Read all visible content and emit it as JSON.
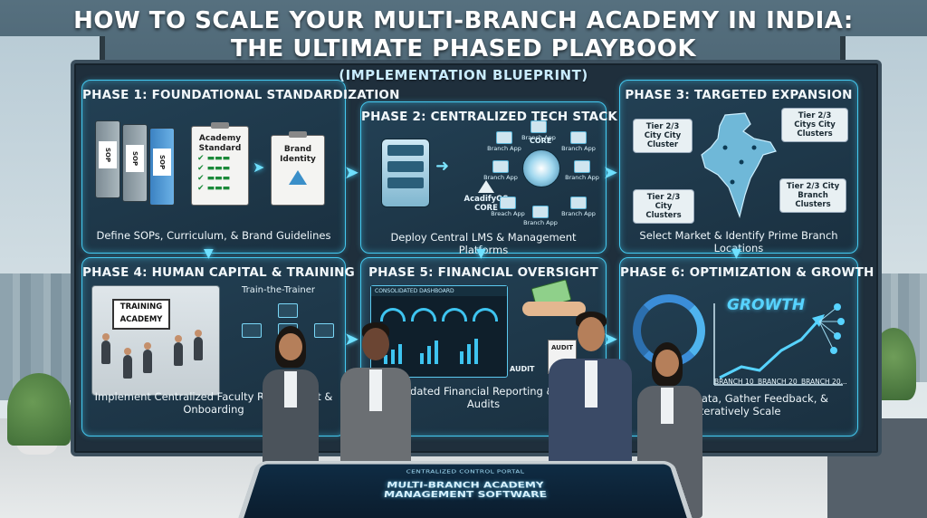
{
  "header": {
    "title_line1": "HOW TO SCALE YOUR MULTI-BRANCH ACADEMY IN INDIA:",
    "title_line2": "THE ULTIMATE PHASED PLAYBOOK",
    "subtitle": "(IMPLEMENTATION BLUEPRINT)"
  },
  "colors": {
    "panel_border": "#44c9f0",
    "panel_bg": "#1a3040",
    "title_text": "#ffffff",
    "accent": "#57d3ff"
  },
  "phases": [
    {
      "title": "PHASE 1: FOUNDATIONAL STANDARDIZATION",
      "caption": "Define SOPs, Curriculum, & Brand Guidelines",
      "binders": [
        "SOP",
        "SOP",
        "SOP"
      ],
      "doc_standard": "Academy Standard",
      "doc_brand": "Brand Identity"
    },
    {
      "title": "PHASE 2: CENTRALIZED TECH STACK",
      "caption": "Deploy Central LMS & Management Platforms",
      "core_label": "CORE",
      "brand_name": "AcadifyOS",
      "brand_sub": "CORE",
      "apps": [
        "Branch App",
        "Branch App",
        "Branch App",
        "Branch App",
        "Branch App",
        "Breach App",
        "Branch App",
        "Branch App"
      ]
    },
    {
      "title": "PHASE 3: TARGETED EXPANSION",
      "caption": "Select Market & Identify Prime Branch Locations",
      "clusters": [
        "Tier 2/3 City City Cluster",
        "Tier 2/3 Citys City Clusters",
        "Tier 2/3 City Clusters",
        "Tier 2/3 City Branch Clusters"
      ]
    },
    {
      "title": "PHASE 4: HUMAN CAPITAL & TRAINING",
      "caption": "Implement Centralized Faculty Recruitment & Onboarding",
      "sign": "TRAINING ACADEMY",
      "flow_label": "Train-the-Trainer"
    },
    {
      "title": "PHASE 5: FINANCIAL OVERSIGHT",
      "caption": "Consolidated Financial Reporting & Branch Audits",
      "dashboard_header": "CONSOLIDATED DASHBOARD",
      "audit_doc": "AUDIT",
      "audit_label": "AUDIT"
    },
    {
      "title": "PHASE 6: OPTIMIZATION & GROWTH",
      "caption": "Analyze Data, Gather Feedback, & Iteratively Scale",
      "growth_word": "GROWTH",
      "branches": [
        "BRANCH 10",
        "BRANCH 20",
        "BRANCH 20..."
      ]
    }
  ],
  "table": {
    "header": "CENTRALIZED CONTROL PORTAL",
    "line1": "MULTI-BRANCH ACADEMY",
    "line2": "MANAGEMENT SOFTWARE"
  },
  "icons": [
    "binder-icon",
    "clipboard-icon",
    "server-icon",
    "india-map-icon",
    "cycle-icon",
    "growth-chart-icon",
    "cash-icon",
    "audit-doc-icon"
  ]
}
